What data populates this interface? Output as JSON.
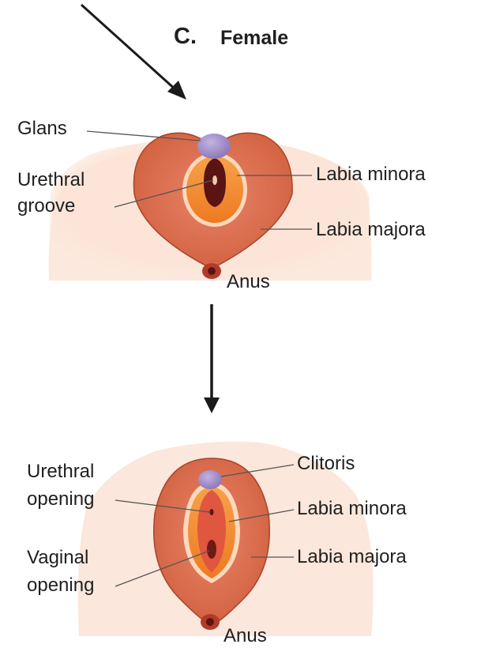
{
  "figure": {
    "panel_letter": "C.",
    "panel_title": "Female"
  },
  "top_stage": {
    "labels": {
      "glans": "Glans",
      "urethral_groove_line1": "Urethral",
      "urethral_groove_line2": "groove",
      "labia_minora": "Labia minora",
      "labia_majora": "Labia majora",
      "anus": "Anus"
    }
  },
  "bottom_stage": {
    "labels": {
      "clitoris": "Clitoris",
      "urethral_opening_line1": "Urethral",
      "urethral_opening_line2": "opening",
      "labia_minora": "Labia minora",
      "vaginal_opening_line1": "Vaginal",
      "vaginal_opening_line2": "opening",
      "labia_majora": "Labia majora",
      "anus": "Anus"
    }
  },
  "colors": {
    "skin_background": "#fbe3d6",
    "labia_majora": "#d96c4e",
    "labia_majora_outline": "#a8432c",
    "labia_minora_rim": "#fcd6b8",
    "labia_minora_fill": "#f28a2c",
    "inner_red": "#e0563e",
    "groove_dark": "#5a1414",
    "glans_purple": "#9a86c4",
    "anus": "#b23a2a",
    "leader_line": "#555555",
    "arrow": "#1a1a1a"
  }
}
